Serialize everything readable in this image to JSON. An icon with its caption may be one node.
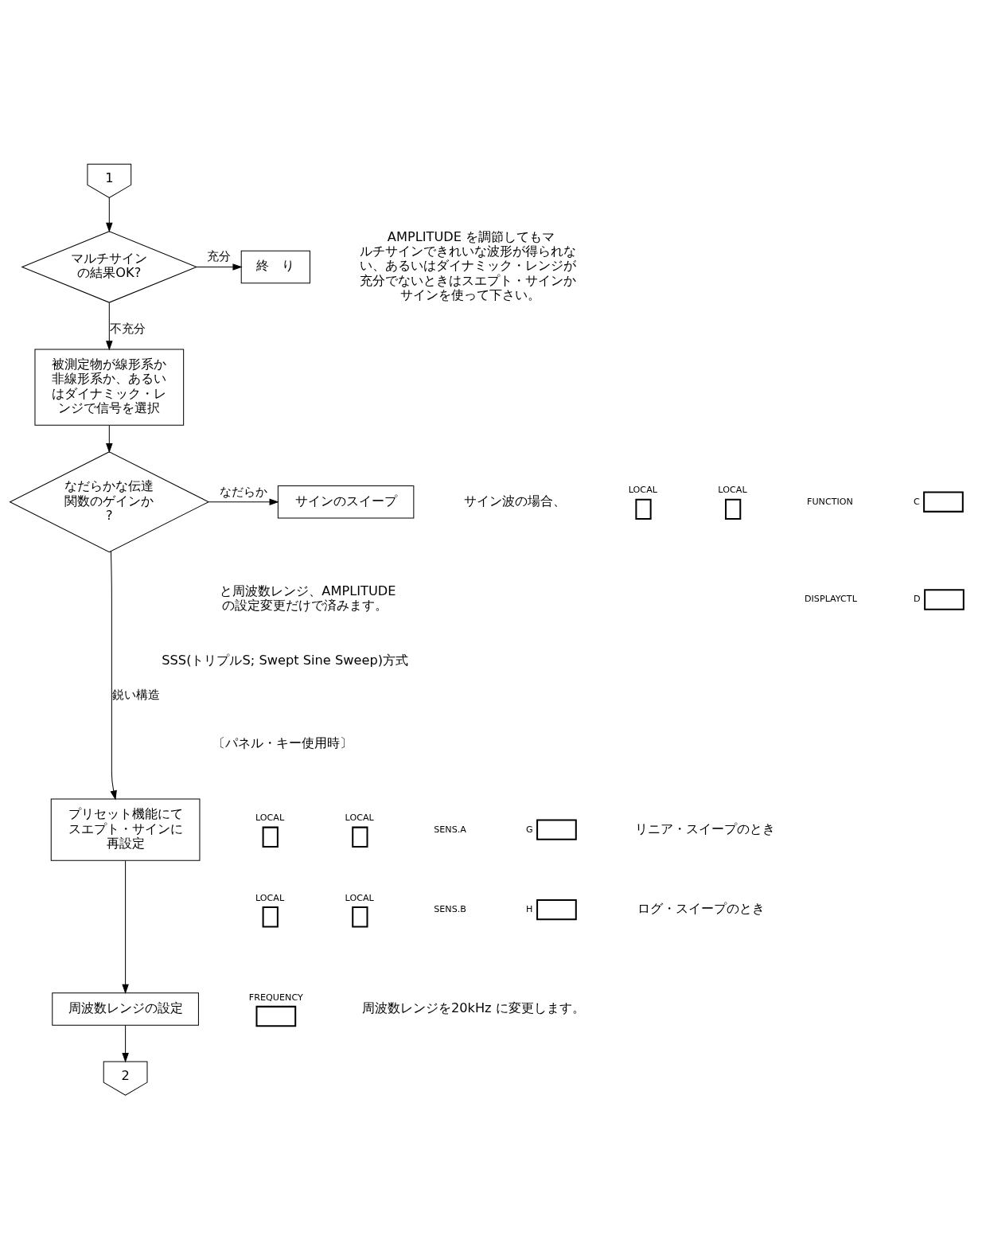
{
  "diagram": {
    "nodes": [
      {
        "text": [
          "1"
        ]
      },
      {
        "text": [
          "マルチサインの結果OK?"
        ]
      },
      {
        "text": [
          "終　り"
        ]
      },
      {
        "text": [
          "被測定物が線形系か非線形系か、あるいはダイナミック・レンジで信号を選択"
        ]
      },
      {
        "text": [
          "なだらかな伝達関数のゲインか?"
        ]
      },
      {
        "text": [
          "サインのスイープ"
        ]
      },
      {
        "text": [
          "プリセット機能にてスエプト・サインに再設定"
        ]
      },
      {
        "text": [
          "周波数レンジの設定"
        ]
      },
      {
        "text": [
          "2"
        ]
      }
    ],
    "edges": [
      {
        "from": 0,
        "to": 1,
        "arrow": "to"
      },
      {
        "from": 1,
        "to": 2,
        "arrow": "to",
        "label": "充分"
      },
      {
        "from": 1,
        "to": 3,
        "arrow": "to",
        "label": "不充分"
      },
      {
        "from": 3,
        "to": 4,
        "arrow": "to"
      },
      {
        "from": 4,
        "to": 5,
        "arrow": "to",
        "label": "なだらか"
      },
      {
        "from": 4,
        "to": 6,
        "arrow": "to",
        "label": "鋭い構造"
      },
      {
        "from": 6,
        "to": 7,
        "arrow": "to"
      },
      {
        "from": 7,
        "to": 8,
        "arrow": "to"
      }
    ],
    "labels": [
      "AMPLITUDE を調節してもマルチサインできれいな波形が得られない、あるいはダイナミック・レンジが充分でないときはスエプト・サインかサインを使って下さい。",
      "サイン波の場合、",
      "LOCAL",
      "LOCAL",
      "FUNCTION",
      "C",
      "DISPLAYCTL",
      "D",
      "と周波数レンジ、AMPLITUDE の設定変更だけで済みます。",
      "SSS(トリプルS; Swept Sine Sweep)方式",
      "〔パネル・キー使用時〕",
      "LOCAL",
      "LOCAL",
      "SENS.A",
      "G",
      "リニア・スイープのとき",
      "LOCAL",
      "LOCAL",
      "SENS.B",
      "H",
      "ログ・スイープのとき",
      "FREQUENCY",
      "周波数レンジを20kHz に変更します。"
    ]
  }
}
